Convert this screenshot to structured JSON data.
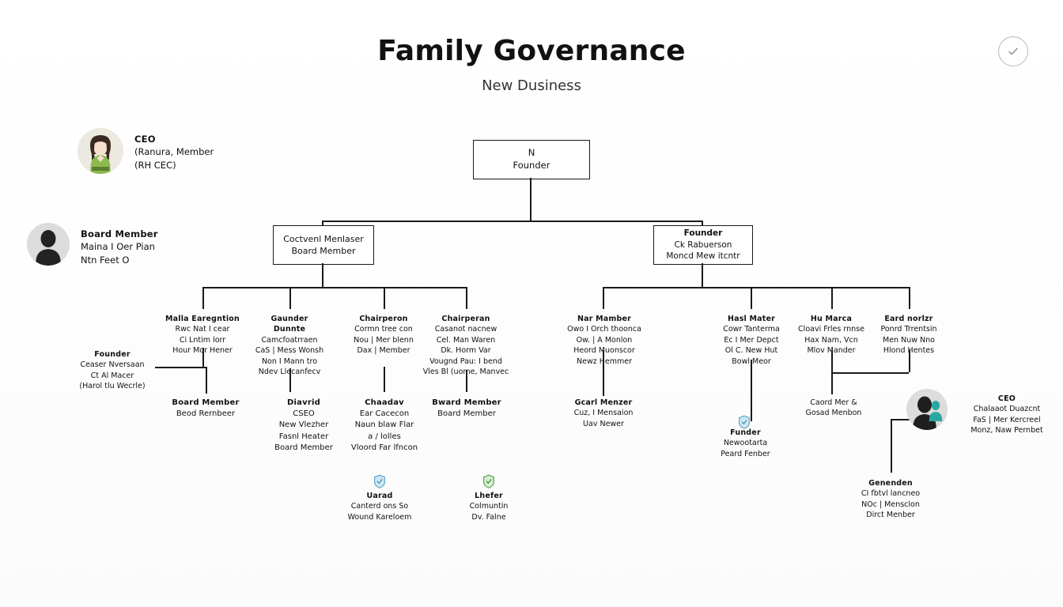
{
  "header": {
    "title": "Family Governance",
    "subtitle": "New Dusiness",
    "corner_icon": "check-circle-icon"
  },
  "root": {
    "line1": "N",
    "line2": "Founder"
  },
  "level2": [
    {
      "line1": "Coctvenl Menlaser",
      "line2": "Board Member"
    },
    {
      "line1": "Founder",
      "line2": "Ck Rabuerson",
      "line3": "Moncd Mew itcntr"
    }
  ],
  "level3_left": [
    {
      "name": "Malla Earegntion",
      "lines": [
        "Rwc Nat I cear",
        "Ci Lntim lorr",
        "Hour Mor Hener"
      ]
    },
    {
      "name": "Gaunder",
      "lines": [
        "Dunnte",
        "Camcfoatrraen",
        "CaS | Mess Wonsh",
        "Non I Mann tro",
        "Ndev Llecanfecv"
      ]
    },
    {
      "name": "Chairperon",
      "lines": [
        "Cormn tree con",
        "Nou | Mer blenn",
        "Dax | Member"
      ]
    },
    {
      "name": "Chairperan",
      "lines": [
        "Casanot nacnew",
        "Cel. Man Waren",
        "Dk. Horm Var",
        "Vougnd Pau: I bend",
        "Vles Bl (uome, Manvec"
      ]
    }
  ],
  "level3_right": [
    {
      "name": "Nar Mamber",
      "lines": [
        "Owo I Orch thoonca",
        "Ow. | A Monlon",
        "Heord Muonscor",
        "Newz Hemmer"
      ]
    },
    {
      "name": "Hasl Mater",
      "lines": [
        "Cowr Tanterma",
        "Ec I Mer Depct",
        "Ol C. New Hut",
        "Bowl Meor"
      ]
    },
    {
      "name": "Hu Marca",
      "lines": [
        "Cloavi Frles rnnse",
        "Hax Nam, Vcn",
        "Mlov Mander"
      ]
    },
    {
      "name": "Eard norlzr",
      "lines": [
        "Ponrd Trrentsin",
        "Men Nuw Nno",
        "Hlond Hentes"
      ]
    }
  ],
  "level4": [
    {
      "name": "Founder",
      "lines": [
        "Ceaser Nversaan",
        "Ct Al Macer",
        "(Harol tlu Wecrle)"
      ]
    },
    {
      "name": "Board Member",
      "lines": [
        "Beod Rernbeer"
      ]
    },
    {
      "name": "Diavrid",
      "lines": [
        "CSEO",
        "New Vlezher",
        "Fasnl Heater",
        "Board Member"
      ]
    },
    {
      "name": "Chaadav",
      "lines": [
        "Ear Cacecon",
        "Naun blaw Flar",
        "a / lolles",
        "Vloord Far lfncon"
      ]
    },
    {
      "name": "Bward Member",
      "lines": [
        "Board Member"
      ]
    },
    {
      "name": "Gcarl Menzer",
      "lines": [
        "Cuz, I Mensaion",
        "Uav Newer"
      ]
    },
    {
      "name": "Caord Mer &",
      "lines": [
        "Gosad Menbon"
      ]
    }
  ],
  "badged_nodes": [
    {
      "icon": "shield-icon",
      "color": "#5fa8c8",
      "name": "Uarad",
      "lines": [
        "Canterd ons So",
        "Wound Kareloem"
      ]
    },
    {
      "icon": "shield-icon",
      "color": "#5aa84f",
      "name": "Lhefer",
      "lines": [
        "Colmuntin",
        "Dv. Falne"
      ]
    },
    {
      "icon": "shield-icon",
      "color": "#5fa8c8",
      "name": "Funder",
      "lines": [
        "Newootarta",
        "Peard Fenber"
      ]
    }
  ],
  "bottom_right": {
    "name": "Genenden",
    "lines": [
      "CI fbtvl lancneo",
      "NOc | Mensclon",
      "Dirct Menber"
    ]
  },
  "avatars": [
    {
      "id": "ceo-avatar",
      "icon": "person-avatar-female",
      "name": "CEO",
      "lines": [
        "(Ranura, Member",
        "(RH CEC)"
      ]
    },
    {
      "id": "board-member-avatar",
      "icon": "person-avatar-silhouette",
      "name": "Board Member",
      "lines": [
        "Maina I Oer Pian",
        "Ntn Feet O"
      ]
    },
    {
      "id": "ceo-right-avatar",
      "icon": "person-avatar-duo",
      "name": "CEO",
      "lines": [
        "Chalaaot Duazcnt",
        "FaS | Mer Kercreel",
        "Monz, Naw Pernbet"
      ]
    }
  ],
  "colors": {
    "line": "#1a1a1a",
    "text": "#111111",
    "badge_blue": "#5fa8c8",
    "badge_green": "#5aa84f",
    "avatar_bg_light": "#ece9e0",
    "avatar_bg_grey": "#dcdcdc"
  }
}
